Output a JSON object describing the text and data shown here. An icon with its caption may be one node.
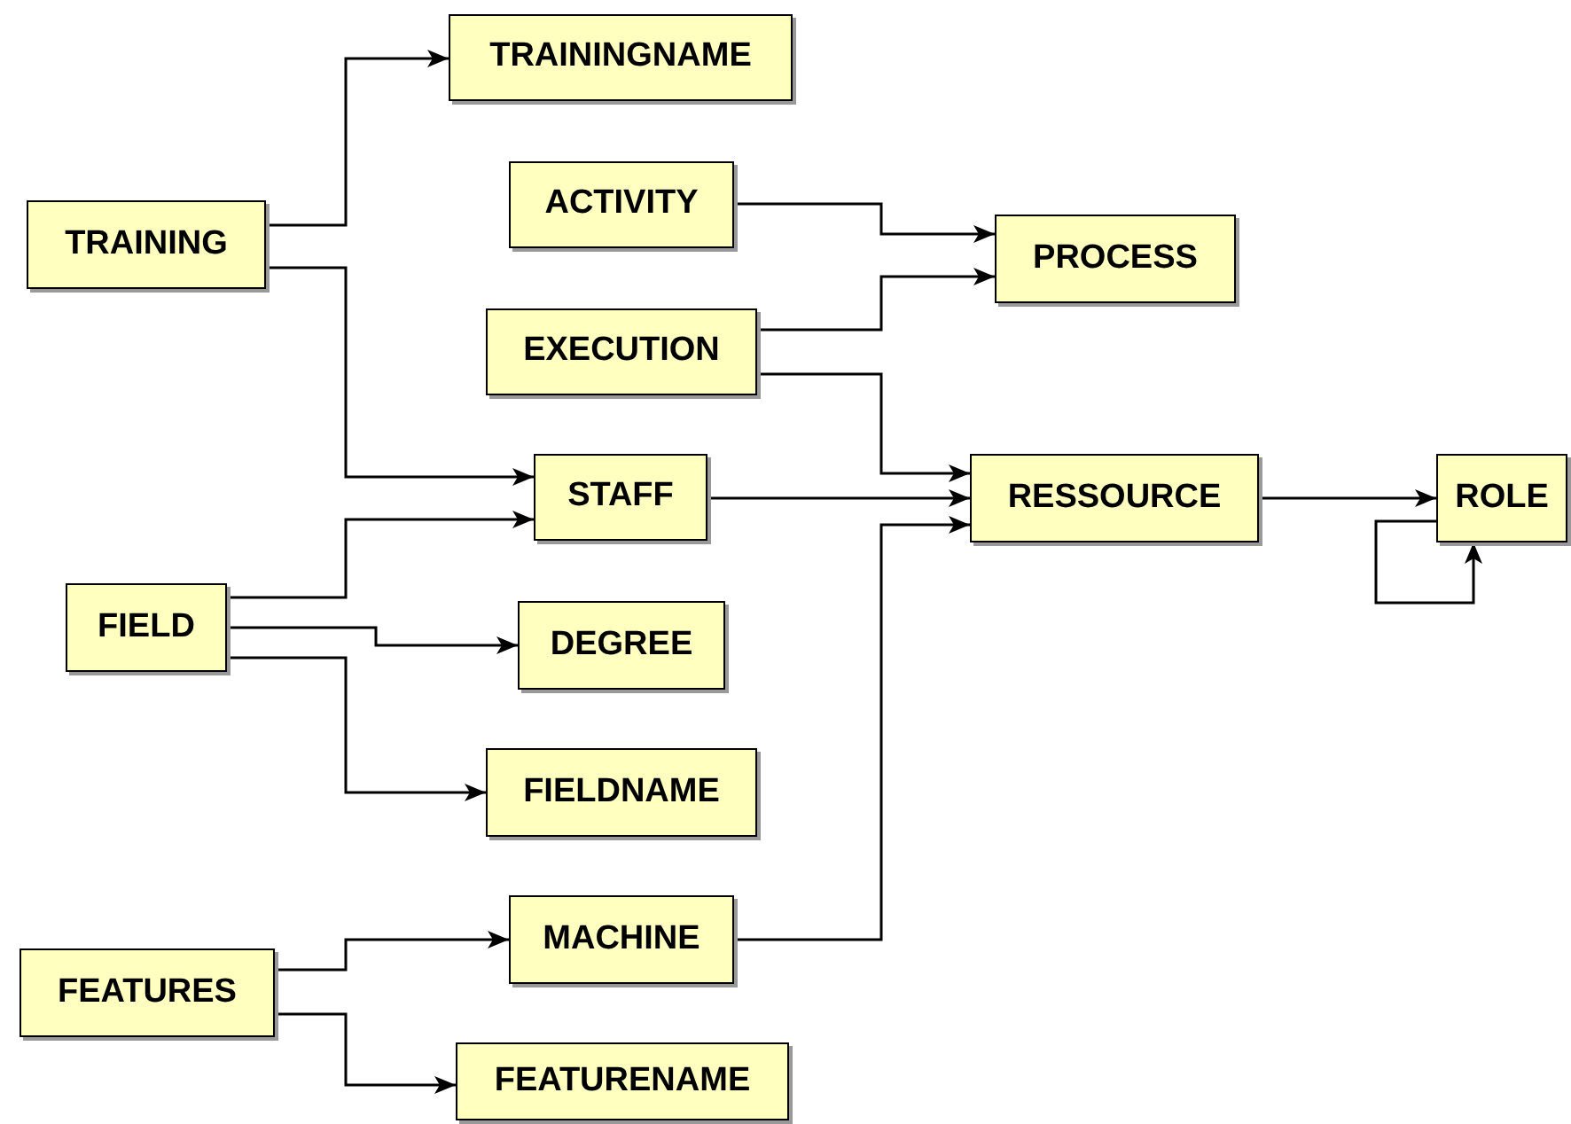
{
  "diagram": {
    "nodes": [
      {
        "text": [
          "TRAINING"
        ]
      },
      {
        "text": [
          "TRAININGNAME"
        ]
      },
      {
        "text": [
          "ACTIVITY"
        ]
      },
      {
        "text": [
          "PROCESS"
        ]
      },
      {
        "text": [
          "EXECUTION"
        ]
      },
      {
        "text": [
          "STAFF"
        ]
      },
      {
        "text": [
          "RESSOURCE"
        ]
      },
      {
        "text": [
          "ROLE"
        ]
      },
      {
        "text": [
          "FIELD"
        ]
      },
      {
        "text": [
          "DEGREE"
        ]
      },
      {
        "text": [
          "FIELDNAME"
        ]
      },
      {
        "text": [
          "MACHINE"
        ]
      },
      {
        "text": [
          "FEATURES"
        ]
      },
      {
        "text": [
          "FEATURENAME"
        ]
      }
    ],
    "edges": [
      {
        "from": 0,
        "to": 1,
        "arrow": "to"
      },
      {
        "from": 0,
        "to": 5,
        "arrow": "to"
      },
      {
        "from": 2,
        "to": 3,
        "arrow": "to"
      },
      {
        "from": 4,
        "to": 3,
        "arrow": "to"
      },
      {
        "from": 4,
        "to": 6,
        "arrow": "to"
      },
      {
        "from": 5,
        "to": 6,
        "arrow": "to"
      },
      {
        "from": 11,
        "to": 6,
        "arrow": "to"
      },
      {
        "from": 6,
        "to": 7,
        "arrow": "to"
      },
      {
        "from": 7,
        "to": 7,
        "arrow": "to"
      },
      {
        "from": 8,
        "to": 5,
        "arrow": "to"
      },
      {
        "from": 8,
        "to": 9,
        "arrow": "to"
      },
      {
        "from": 8,
        "to": 10,
        "arrow": "to"
      },
      {
        "from": 12,
        "to": 11,
        "arrow": "to"
      },
      {
        "from": 12,
        "to": 13,
        "arrow": "to"
      }
    ]
  }
}
